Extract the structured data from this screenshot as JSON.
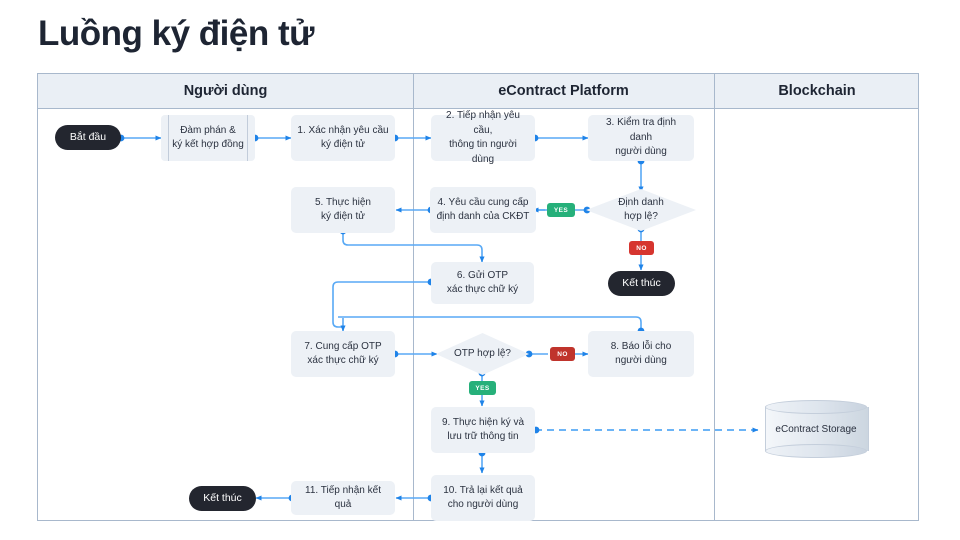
{
  "page": {
    "title": "Luồng ký điện tử"
  },
  "lanes": [
    {
      "id": "user",
      "label": "Người dùng"
    },
    {
      "id": "platform",
      "label": "eContract Platform"
    },
    {
      "id": "blockchain",
      "label": "Blockchain"
    }
  ],
  "nodes": {
    "start": {
      "label": "Bắt đầu",
      "shape": "terminator",
      "lane": "user"
    },
    "negotiate": {
      "label": "Đàm phán &\nký kết hợp đồng",
      "shape": "subprocess",
      "lane": "user"
    },
    "s1": {
      "label": "1. Xác nhận yêu cầu\nký điện tử",
      "shape": "process",
      "lane": "user"
    },
    "s2": {
      "label": "2. Tiếp nhận yêu cầu,\nthông tin người dùng",
      "shape": "process",
      "lane": "platform"
    },
    "s3": {
      "label": "3. Kiểm tra định danh\nngười dùng",
      "shape": "process",
      "lane": "platform"
    },
    "d1": {
      "label": "Định danh\nhợp lệ?",
      "shape": "decision",
      "lane": "platform"
    },
    "s4": {
      "label": "4. Yêu cầu cung cấp\nđịnh danh của CKĐT",
      "shape": "process",
      "lane": "platform"
    },
    "s5": {
      "label": "5. Thực hiện\nký điện tử",
      "shape": "process",
      "lane": "user"
    },
    "end1": {
      "label": "Kết thúc",
      "shape": "terminator",
      "lane": "platform"
    },
    "s6": {
      "label": "6. Gửi OTP\nxác thực chữ ký",
      "shape": "process",
      "lane": "platform"
    },
    "s7": {
      "label": "7. Cung cấp OTP\nxác thực chữ ký",
      "shape": "process",
      "lane": "user"
    },
    "d2": {
      "label": "OTP hợp lệ?",
      "shape": "decision",
      "lane": "platform"
    },
    "s8": {
      "label": "8. Báo lỗi cho\nngười dùng",
      "shape": "process",
      "lane": "platform"
    },
    "s9": {
      "label": "9. Thực hiện ký và\nlưu trữ thông tin",
      "shape": "process",
      "lane": "platform"
    },
    "s10": {
      "label": "10. Trả lại kết quả\ncho người dùng",
      "shape": "process",
      "lane": "platform"
    },
    "s11": {
      "label": "11. Tiếp nhận kết quả",
      "shape": "process",
      "lane": "user"
    },
    "end2": {
      "label": "Kết thúc",
      "shape": "terminator",
      "lane": "user"
    },
    "storage": {
      "label": "eContract Storage",
      "shape": "cylinder",
      "lane": "blockchain"
    }
  },
  "badges": [
    {
      "id": "yes1",
      "label": "YES",
      "color": "#26b07a"
    },
    {
      "id": "no1",
      "label": "NO",
      "color": "#d6352f"
    },
    {
      "id": "yes2",
      "label": "YES",
      "color": "#26b07a"
    },
    {
      "id": "no2",
      "label": "NO",
      "color": "#c0342c"
    }
  ],
  "colors": {
    "title": "#1e2533",
    "lane_header_bg": "#eaeff5",
    "lane_border": "#a8b8cc",
    "node_fill": "#edf1f6",
    "node_text": "#2b3240",
    "terminator_fill": "#23262f",
    "edge": "#58a9f5",
    "edge_dot": "#1f83e8",
    "yes_badge": "#26b07a",
    "no_badge": "#d6352f"
  }
}
